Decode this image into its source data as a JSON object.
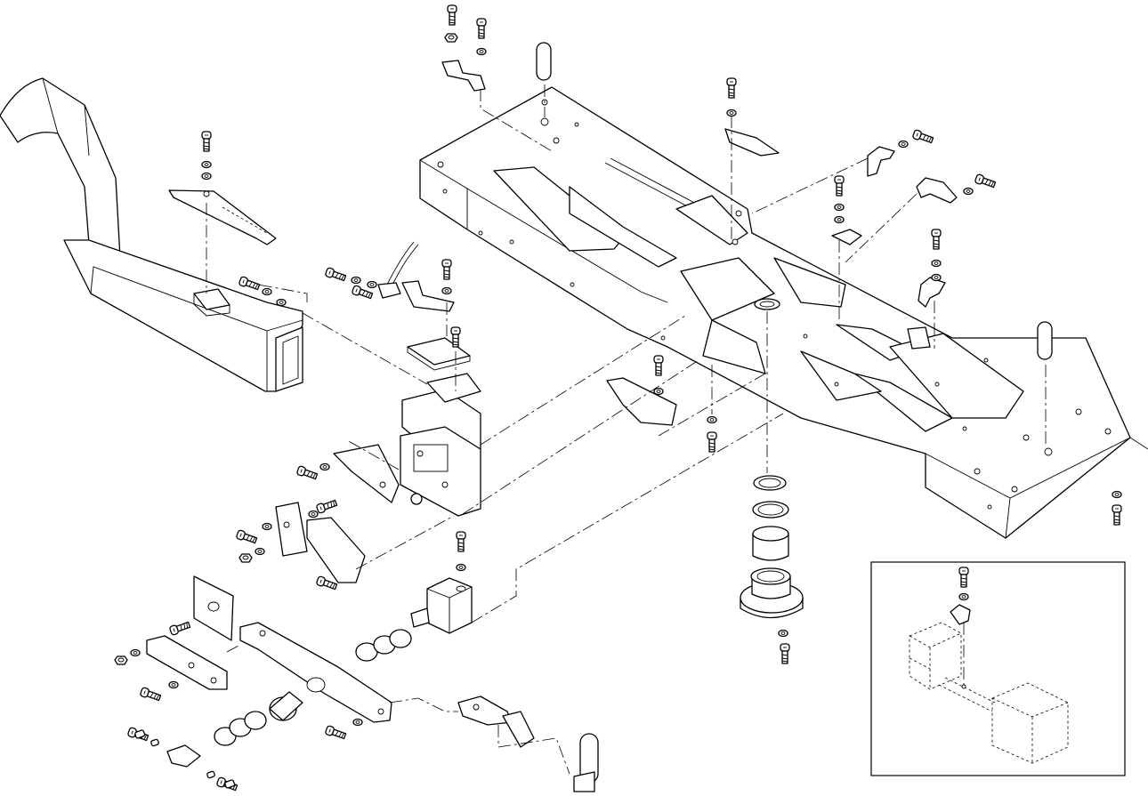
{
  "diagram": {
    "kind": "exploded-assembly-drawing",
    "line_color": "#000000",
    "background": "#ffffff",
    "components": [
      "main-base-plate",
      "chute-assembly",
      "bracket-assembly",
      "lever-arm",
      "bearing-flange",
      "pin",
      "screw",
      "washer",
      "nut",
      "detail-inset"
    ]
  }
}
